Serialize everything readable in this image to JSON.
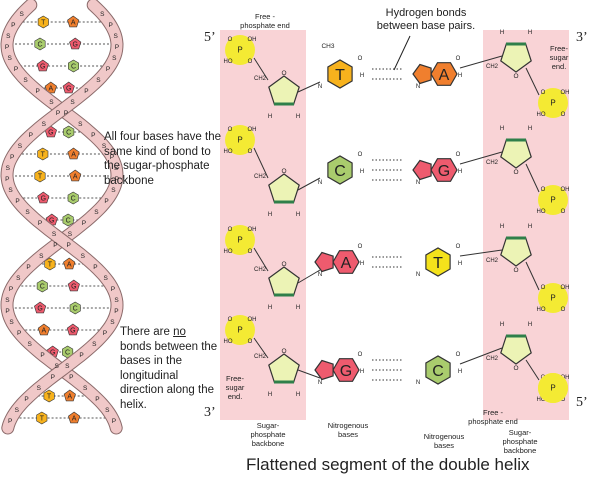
{
  "labels": {
    "free_phosphate_end_top": "Free - phosphate end",
    "hydrogen_bonds": "Hydrogen bonds between base pairs.",
    "prime5_top": "5’",
    "prime3_top": "3’",
    "prime3_bottom": "3’",
    "prime5_bottom": "5’",
    "free_sugar_end_right": "Free- sugar end.",
    "free_sugar_end_left": "Free- sugar end.",
    "free_phosphate_end_bottom": "Free - phosphate end",
    "note_bases_same_bond": "All four bases have the same kind of bond to the sugar-phosphate backbone",
    "note_no_bonds_pre": "There are ",
    "note_no_bonds_em": "no",
    "note_no_bonds_post": " bonds between the bases in the longitudinal direction along the helix.",
    "backbone_left": "Sugar-phosphate backbone",
    "bases_left": "Nitrogenous bases",
    "bases_right": "Nitrogenous bases",
    "backbone_right": "Sugar-phosphate backbone",
    "caption": "Flattened segment of the double helix"
  },
  "base_pairs": [
    {
      "left": "T",
      "right": "A",
      "left_color": "#f7b21d",
      "right_color": "#f07f2e"
    },
    {
      "left": "C",
      "right": "G",
      "left_color": "#a9cc6d",
      "right_color": "#ee5b6e"
    },
    {
      "left": "A",
      "right": "T",
      "left_color": "#ee5b6e",
      "right_color": "#f4e21b"
    },
    {
      "left": "G",
      "right": "C",
      "left_color": "#ee5b6e",
      "right_color": "#a9cc6d"
    }
  ],
  "helix_bases": [
    "T",
    "A",
    "C",
    "G",
    "G",
    "C",
    "A",
    "G",
    "G",
    "C",
    "T",
    "A",
    "T",
    "A",
    "G",
    "C",
    "G",
    "C"
  ],
  "atoms": {
    "phosphate": "P",
    "oxygen": "O",
    "oh": "OH",
    "ho": "HO",
    "ch2": "CH2",
    "ch3": "CH3",
    "sugar": "S",
    "nitrogen": "N",
    "hydrogen": "H",
    "nh": "N-H",
    "hn": "H-N"
  },
  "colors": {
    "backbone_band": "#f9d3d6",
    "phosphate": "#f4ea33",
    "sugar": "#ecf3b5",
    "helix_ribbon": "#f0c8c8",
    "T": "#f7b21d",
    "A": "#f07f2e",
    "C": "#a9cc6d",
    "G": "#ee5b6e",
    "T_alt": "#f4e21b"
  }
}
